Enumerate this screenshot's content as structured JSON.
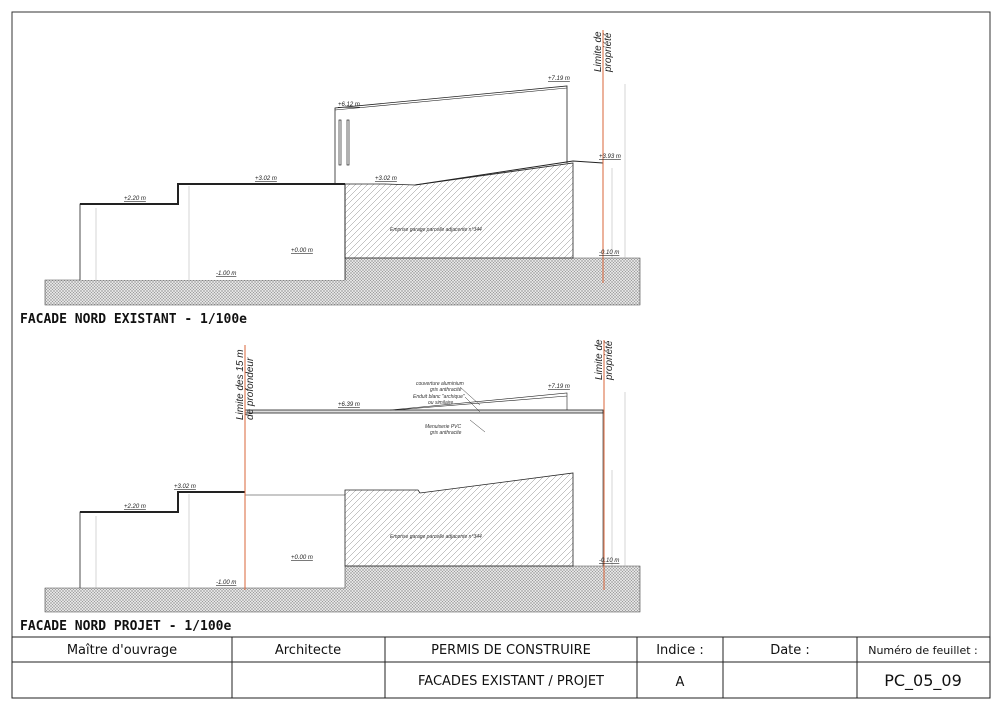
{
  "drawing": {
    "colors": {
      "property_line": "#d9643a",
      "ground_hatch": "#bdbdbd",
      "line": "#222222"
    },
    "existing": {
      "caption": "FACADE NORD EXISTANT - 1/100e",
      "property_limit": [
        "Limite de",
        "propriété"
      ],
      "levels": {
        "l1": "+2.20 m",
        "l2": "+3.02 m",
        "l3": "+6.12 m",
        "l4": "+7.19 m",
        "l5": "+3.02 m",
        "l6": "+3.93 m",
        "l7": "+0.00 m",
        "l8": "-1.00 m",
        "l9": "-0.10 m"
      },
      "garage_note": "Emprise garage parcelle adjacente n°344"
    },
    "project": {
      "caption": "FACADE NORD PROJET - 1/100e",
      "depth_limit": [
        "Limite des 15 m",
        "de profondeur"
      ],
      "property_limit": [
        "Limite de",
        "propriété"
      ],
      "levels": {
        "l1": "+2.20 m",
        "l2": "+3.02 m",
        "l3": "+6.39 m",
        "l4": "+7.19 m",
        "l7": "+0.00 m",
        "l8": "-1.00 m",
        "l9": "-0.10 m"
      },
      "garage_note": "Emprise garage parcelle adjacente n°344",
      "notes": {
        "roof": [
          "couverture aluminium",
          "gris anthracite"
        ],
        "render": [
          "Enduit blanc \"archique\"",
          "ou similaire"
        ],
        "joinery": [
          "Menuiserie PVC",
          "gris anthracite"
        ]
      }
    }
  },
  "title_block": {
    "owner_label": "Maître d'ouvrage",
    "architect_label": "Architecte",
    "permit_title": "PERMIS DE CONSTRUIRE",
    "subject": "FACADES EXISTANT / PROJET",
    "index_label": "Indice :",
    "index_value": "A",
    "date_label": "Date :",
    "sheet_label": "Numéro de feuillet :",
    "sheet_value": "PC_05_09"
  }
}
